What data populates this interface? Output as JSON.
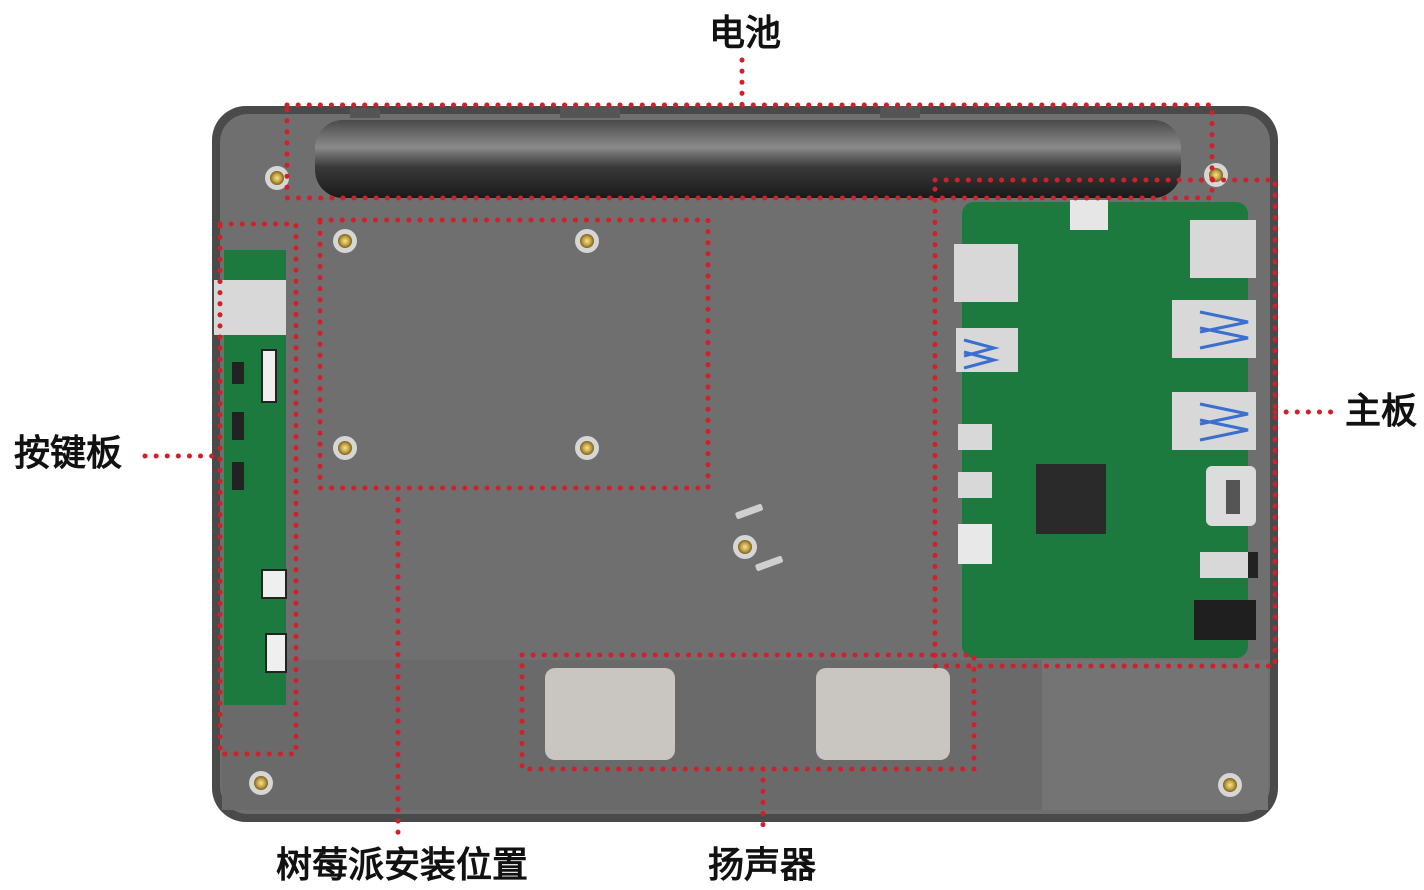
{
  "labels": {
    "battery": "电池",
    "mainboard": "主板",
    "keyboard": "按键板",
    "raspberry_pi": "树莓派安装位置",
    "speaker": "扬声器"
  },
  "colors": {
    "annotation": "#d0202a",
    "case": "#6d6d6d",
    "case_border": "#3a3a3a",
    "pcb": "#1c7a3e",
    "connector": "#d8d8d8",
    "chip": "#2a2a2a",
    "usb_accent": "#3a6fd0",
    "speaker": "#c9c5c0",
    "battery": "#2e2e2e"
  }
}
